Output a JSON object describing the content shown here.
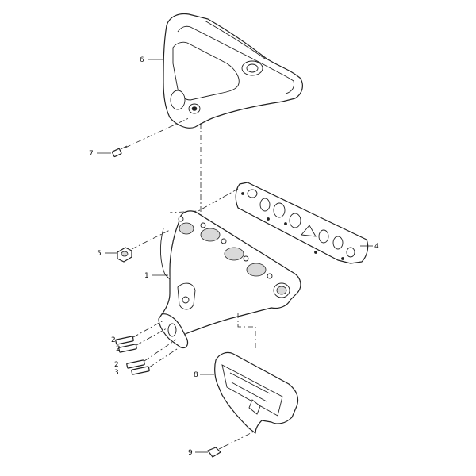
{
  "callouts": [
    {
      "key": "c1",
      "label": "1"
    },
    {
      "key": "c2a",
      "label": "2"
    },
    {
      "key": "c2b",
      "label": "2"
    },
    {
      "key": "c2c",
      "label": "2"
    },
    {
      "key": "c3",
      "label": "3"
    },
    {
      "key": "c4",
      "label": "4"
    },
    {
      "key": "c5",
      "label": "5"
    },
    {
      "key": "c6",
      "label": "6"
    },
    {
      "key": "c7",
      "label": "7"
    },
    {
      "key": "c8",
      "label": "8"
    },
    {
      "key": "c9",
      "label": "9"
    }
  ]
}
